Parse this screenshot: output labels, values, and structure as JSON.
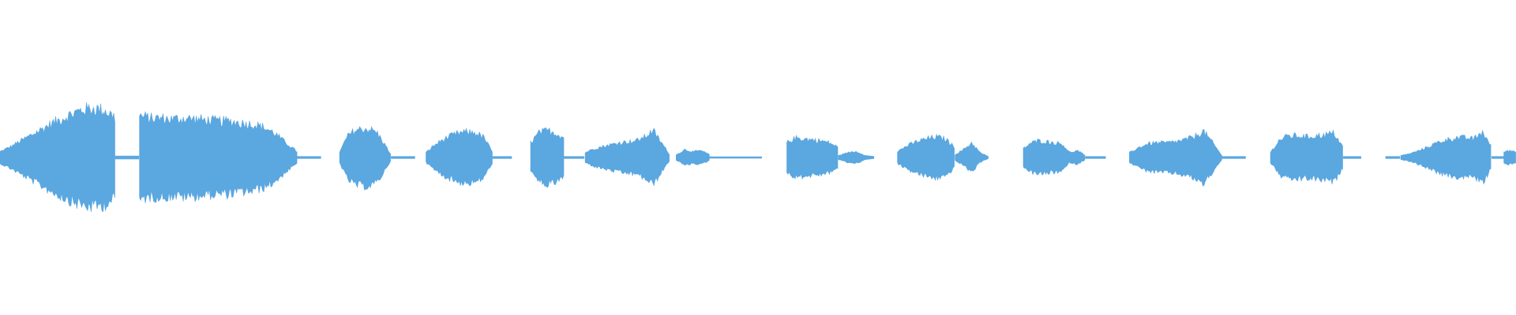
{
  "waveform": {
    "color": "#5ba7e0",
    "background": "#ffffff",
    "segments": [
      {
        "start": 0.0,
        "end": 0.076,
        "envelope": [
          0.12,
          0.22,
          0.34,
          0.46,
          0.58,
          0.7,
          0.8,
          0.9,
          0.98,
          1.0,
          0.96,
          0.82
        ]
      },
      {
        "start": 0.076,
        "end": 0.092,
        "envelope": [
          0.03,
          0.03,
          0.03
        ]
      },
      {
        "start": 0.092,
        "end": 0.196,
        "envelope": [
          0.85,
          0.8,
          0.8,
          0.78,
          0.8,
          0.78,
          0.76,
          0.74,
          0.74,
          0.7,
          0.68,
          0.62,
          0.5,
          0.3,
          0.12
        ]
      },
      {
        "start": 0.196,
        "end": 0.212,
        "envelope": [
          0.02,
          0.02
        ]
      },
      {
        "start": 0.224,
        "end": 0.258,
        "envelope": [
          0.1,
          0.42,
          0.55,
          0.58,
          0.58,
          0.52,
          0.3,
          0.05
        ]
      },
      {
        "start": 0.258,
        "end": 0.274,
        "envelope": [
          0.02,
          0.02
        ]
      },
      {
        "start": 0.281,
        "end": 0.325,
        "envelope": [
          0.1,
          0.25,
          0.36,
          0.44,
          0.5,
          0.52,
          0.5,
          0.4,
          0.1
        ]
      },
      {
        "start": 0.325,
        "end": 0.338,
        "envelope": [
          0.02,
          0.02
        ]
      },
      {
        "start": 0.35,
        "end": 0.372,
        "envelope": [
          0.3,
          0.5,
          0.55,
          0.5,
          0.4
        ]
      },
      {
        "start": 0.372,
        "end": 0.386,
        "envelope": [
          0.02,
          0.02
        ]
      },
      {
        "start": 0.386,
        "end": 0.442,
        "envelope": [
          0.1,
          0.18,
          0.22,
          0.26,
          0.3,
          0.32,
          0.34,
          0.42,
          0.55,
          0.3,
          0.05
        ]
      },
      {
        "start": 0.446,
        "end": 0.468,
        "envelope": [
          0.05,
          0.16,
          0.12,
          0.14,
          0.06
        ]
      },
      {
        "start": 0.468,
        "end": 0.503,
        "envelope": [
          0.015,
          0.015
        ]
      },
      {
        "start": 0.519,
        "end": 0.553,
        "envelope": [
          0.3,
          0.4,
          0.38,
          0.36,
          0.34,
          0.3,
          0.2
        ]
      },
      {
        "start": 0.553,
        "end": 0.577,
        "envelope": [
          0.04,
          0.1,
          0.12,
          0.04,
          0.02
        ]
      },
      {
        "start": 0.592,
        "end": 0.63,
        "envelope": [
          0.12,
          0.24,
          0.32,
          0.38,
          0.42,
          0.38,
          0.2
        ]
      },
      {
        "start": 0.63,
        "end": 0.652,
        "envelope": [
          0.06,
          0.16,
          0.3,
          0.1,
          0.02
        ]
      },
      {
        "start": 0.675,
        "end": 0.716,
        "envelope": [
          0.18,
          0.3,
          0.34,
          0.32,
          0.3,
          0.28,
          0.1,
          0.14,
          0.04
        ]
      },
      {
        "start": 0.716,
        "end": 0.73,
        "envelope": [
          0.02,
          0.02
        ]
      },
      {
        "start": 0.745,
        "end": 0.806,
        "envelope": [
          0.1,
          0.2,
          0.28,
          0.3,
          0.3,
          0.32,
          0.36,
          0.42,
          0.54,
          0.3,
          0.04
        ]
      },
      {
        "start": 0.806,
        "end": 0.822,
        "envelope": [
          0.02,
          0.02
        ]
      },
      {
        "start": 0.838,
        "end": 0.886,
        "envelope": [
          0.1,
          0.36,
          0.44,
          0.44,
          0.42,
          0.44,
          0.46,
          0.5,
          0.2
        ]
      },
      {
        "start": 0.886,
        "end": 0.898,
        "envelope": [
          0.02,
          0.02
        ]
      },
      {
        "start": 0.914,
        "end": 0.924,
        "envelope": [
          0.02,
          0.02
        ]
      },
      {
        "start": 0.924,
        "end": 0.984,
        "envelope": [
          0.04,
          0.08,
          0.14,
          0.22,
          0.3,
          0.36,
          0.4,
          0.4,
          0.38,
          0.52,
          0.2
        ]
      },
      {
        "start": 0.984,
        "end": 0.992,
        "envelope": [
          0.02,
          0.02
        ]
      },
      {
        "start": 0.992,
        "end": 1.0,
        "envelope": [
          0.12,
          0.14,
          0.12
        ]
      }
    ]
  }
}
